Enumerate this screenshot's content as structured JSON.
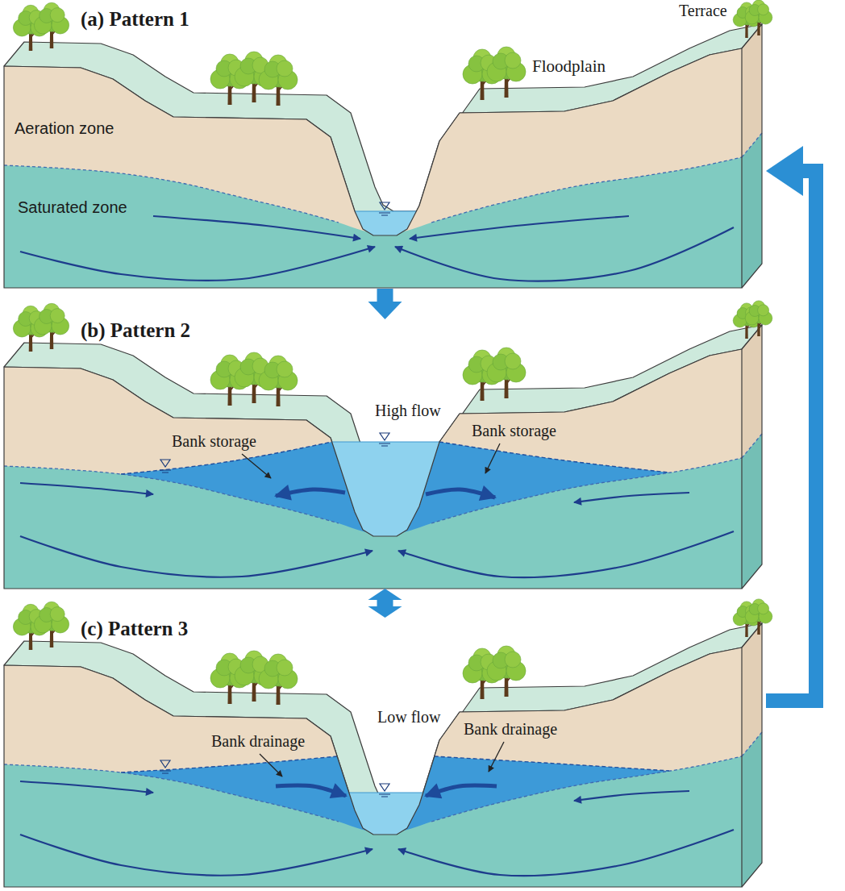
{
  "diagram": {
    "nodes": [
      {
        "text": [
          "(a) Pattern 1"
        ]
      },
      {
        "text": [
          "(b) Pattern 2"
        ]
      },
      {
        "text": [
          "(c) Pattern 3"
        ]
      }
    ],
    "edges": [
      {
        "from": 0,
        "to": 1,
        "arrow": "to"
      },
      {
        "from": 1,
        "to": 2,
        "arrow": "both"
      },
      {
        "from": 2,
        "to": 0,
        "arrow": "to"
      }
    ],
    "labels": [
      "Terrace",
      "Floodplain",
      "Aeration zone",
      "Saturated zone",
      "High flow",
      "Bank storage",
      "Bank storage",
      "Low flow",
      "Bank drainage",
      "Bank drainage"
    ]
  }
}
